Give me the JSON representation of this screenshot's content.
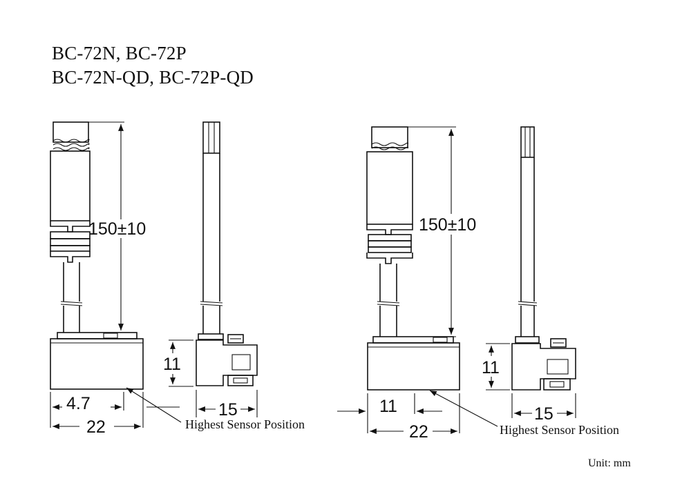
{
  "titles": {
    "line1": "BC-72N, BC-72P",
    "line2": "BC-72N-QD, BC-72P-QD"
  },
  "left_assembly": {
    "length_dim": "150±10",
    "height_dim": "11",
    "offset_dim": "4.7",
    "width_dim": "22",
    "depth_dim": "15",
    "sensor_callout": "Highest Sensor Position"
  },
  "right_assembly": {
    "length_dim": "150±10",
    "height_dim": "11",
    "offset_dim": "11",
    "width_dim": "22",
    "depth_dim": "15",
    "sensor_callout": "Highest Sensor Position"
  },
  "unit_note": "Unit: mm"
}
